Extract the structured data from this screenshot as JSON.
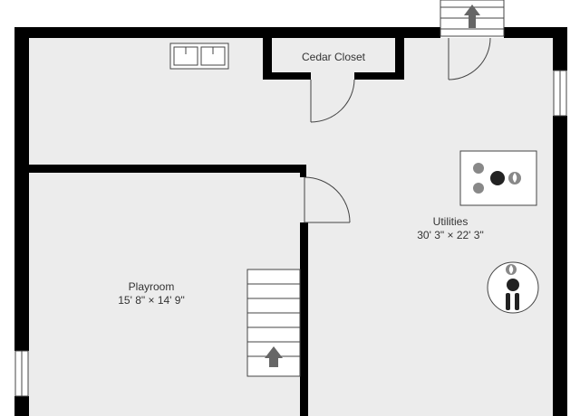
{
  "colors": {
    "background": "#ffffff",
    "floor": "#ececec",
    "wall": "#000000",
    "line": "#444444",
    "stair_arrow": "#666666",
    "appliance_dot_light": "#888888",
    "appliance_dot_dark": "#222222"
  },
  "rooms": {
    "cedar_closet": {
      "name": "Cedar Closet"
    },
    "utilities": {
      "name": "Utilities",
      "dimensions": "30' 3\" × 22' 3\""
    },
    "playroom": {
      "name": "Playroom",
      "dimensions": "15' 8\" × 14' 9\""
    }
  },
  "fixtures": {
    "sink": "double-sink-icon",
    "stairs_top": "stairs-up-arrow-icon",
    "stairs_playroom": "stairs-up-arrow-icon",
    "furnace": "furnace-icon",
    "water_heater": "water-heater-icon"
  }
}
